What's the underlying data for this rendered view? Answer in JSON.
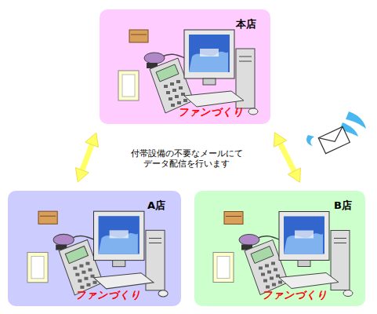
{
  "diagram": {
    "nodes": [
      {
        "text": [
          "本店",
          "ファンづくり"
        ]
      },
      {
        "text": [
          "A店",
          "ファンづくり"
        ]
      },
      {
        "text": [
          "B店",
          "ファンづくり"
        ]
      }
    ],
    "edges": [
      {
        "from": 0,
        "to": 1,
        "arrow": "both"
      },
      {
        "from": 0,
        "to": 2,
        "arrow": "both"
      }
    ],
    "labels": [
      "付帯設備の不要なメールにて データ配信を行います"
    ]
  }
}
